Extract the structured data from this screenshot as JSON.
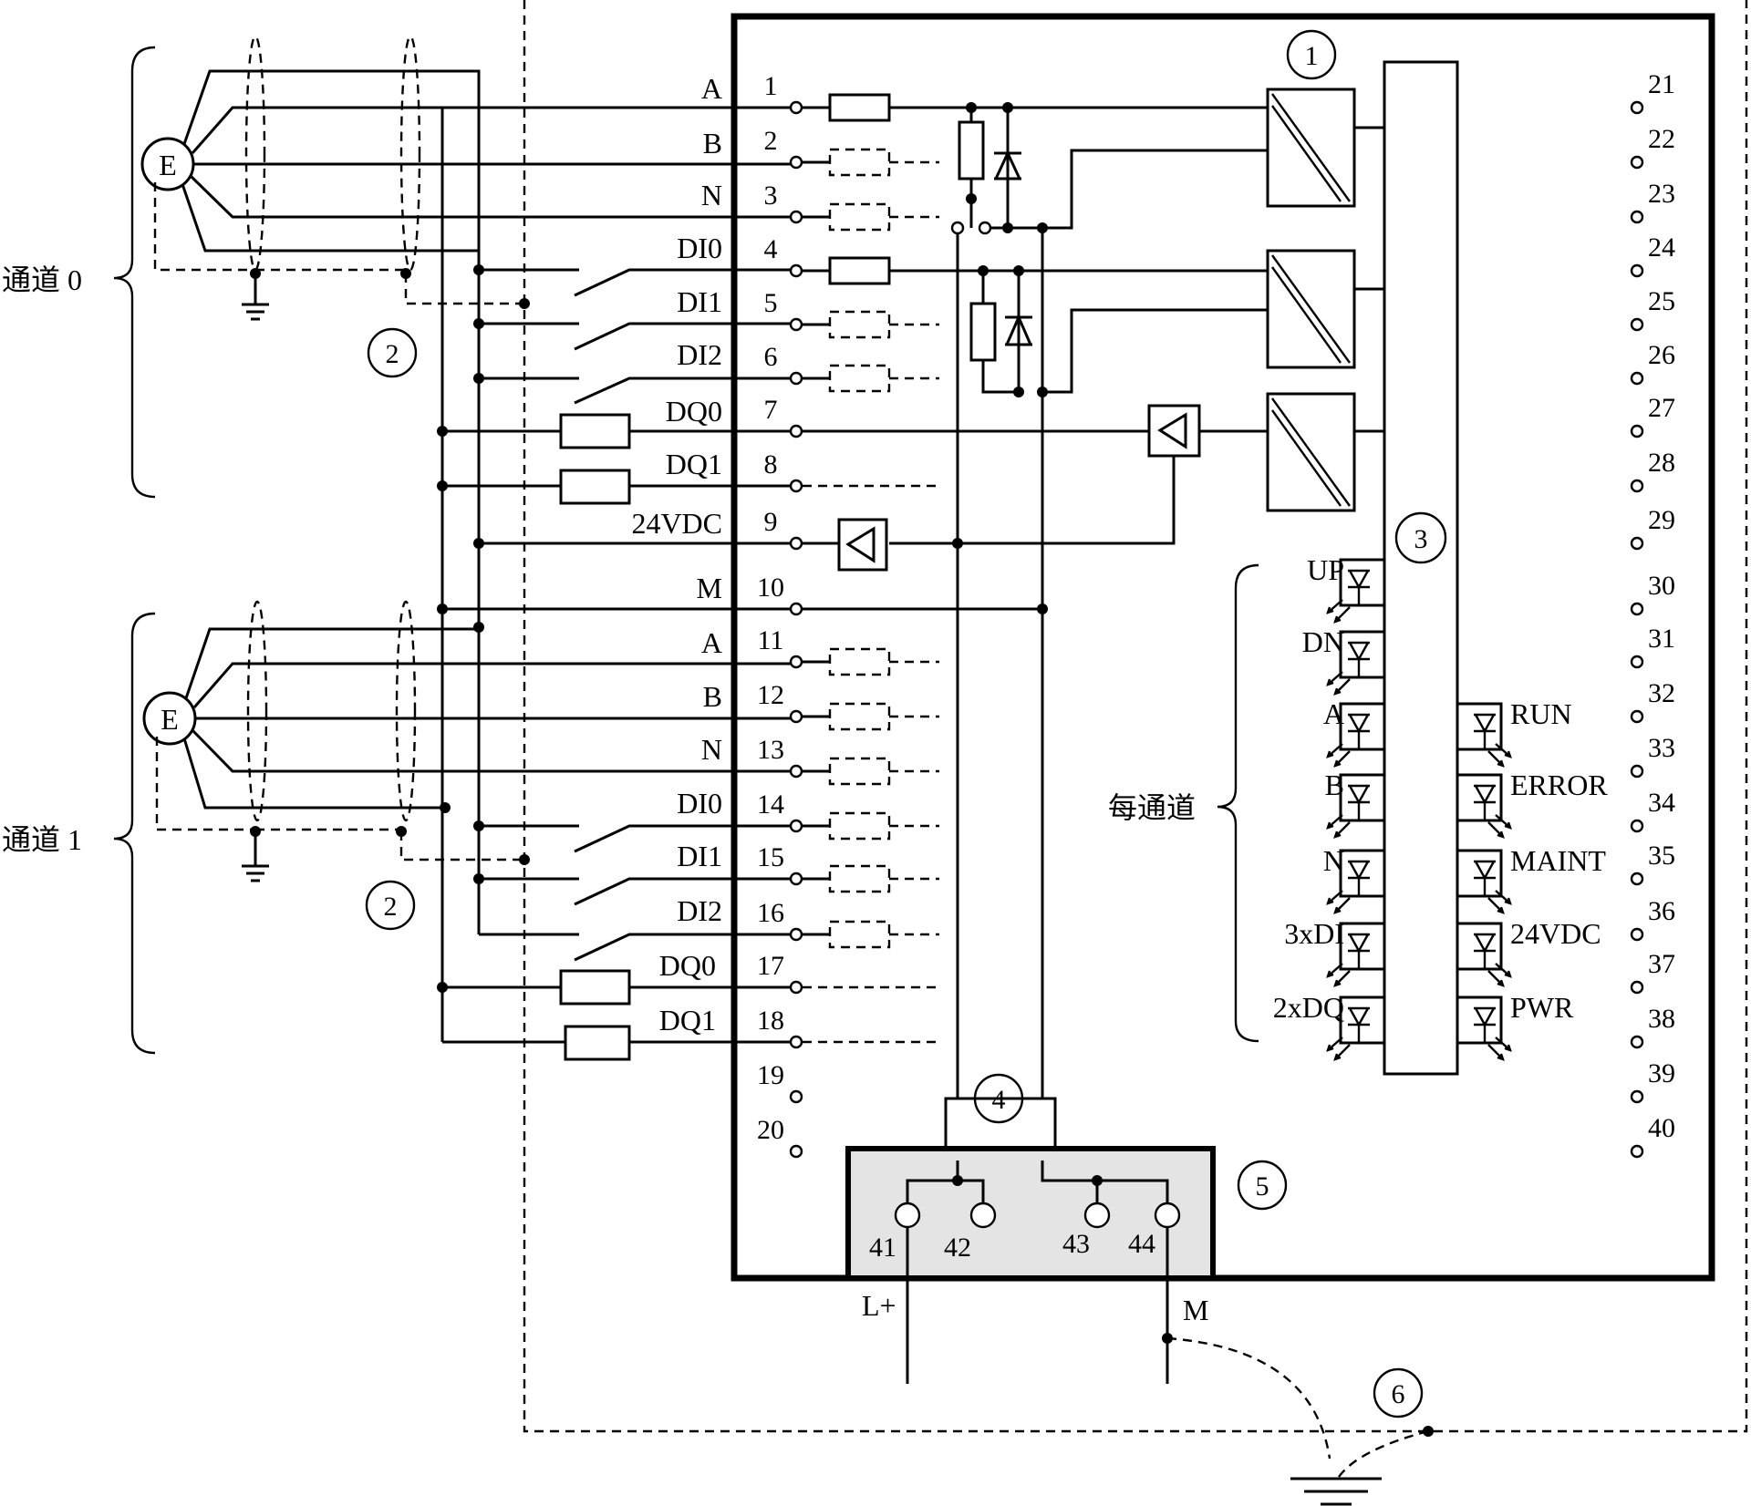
{
  "channels": [
    {
      "label": "通道 0"
    },
    {
      "label": "通道 1"
    }
  ],
  "encoder_label": "E",
  "per_channel_label": "每通道",
  "terminals_left": [
    "1",
    "2",
    "3",
    "4",
    "5",
    "6",
    "7",
    "8",
    "9",
    "10",
    "11",
    "12",
    "13",
    "14",
    "15",
    "16",
    "17",
    "18",
    "19",
    "20"
  ],
  "terminals_right": [
    "21",
    "22",
    "23",
    "24",
    "25",
    "26",
    "27",
    "28",
    "29",
    "30",
    "31",
    "32",
    "33",
    "34",
    "35",
    "36",
    "37",
    "38",
    "39",
    "40"
  ],
  "signals_ch0": [
    "A",
    "B",
    "N",
    "DI0",
    "DI1",
    "DI2",
    "DQ0",
    "DQ1"
  ],
  "supply_signals": [
    "24VDC",
    "M"
  ],
  "signals_ch1": [
    "A",
    "B",
    "N",
    "DI0",
    "DI1",
    "DI2",
    "DQ0",
    "DQ1"
  ],
  "leds_per_channel": [
    "UP",
    "DN",
    "A",
    "B",
    "N",
    "3xDI",
    "2xDQ"
  ],
  "leds_module": [
    "RUN",
    "ERROR",
    "MAINT",
    "24VDC",
    "PWR"
  ],
  "power_terminals": [
    "41",
    "42",
    "43",
    "44"
  ],
  "power_labels": [
    "L+",
    "M"
  ],
  "callouts": [
    "1",
    "2",
    "2",
    "3",
    "4",
    "5",
    "6"
  ]
}
